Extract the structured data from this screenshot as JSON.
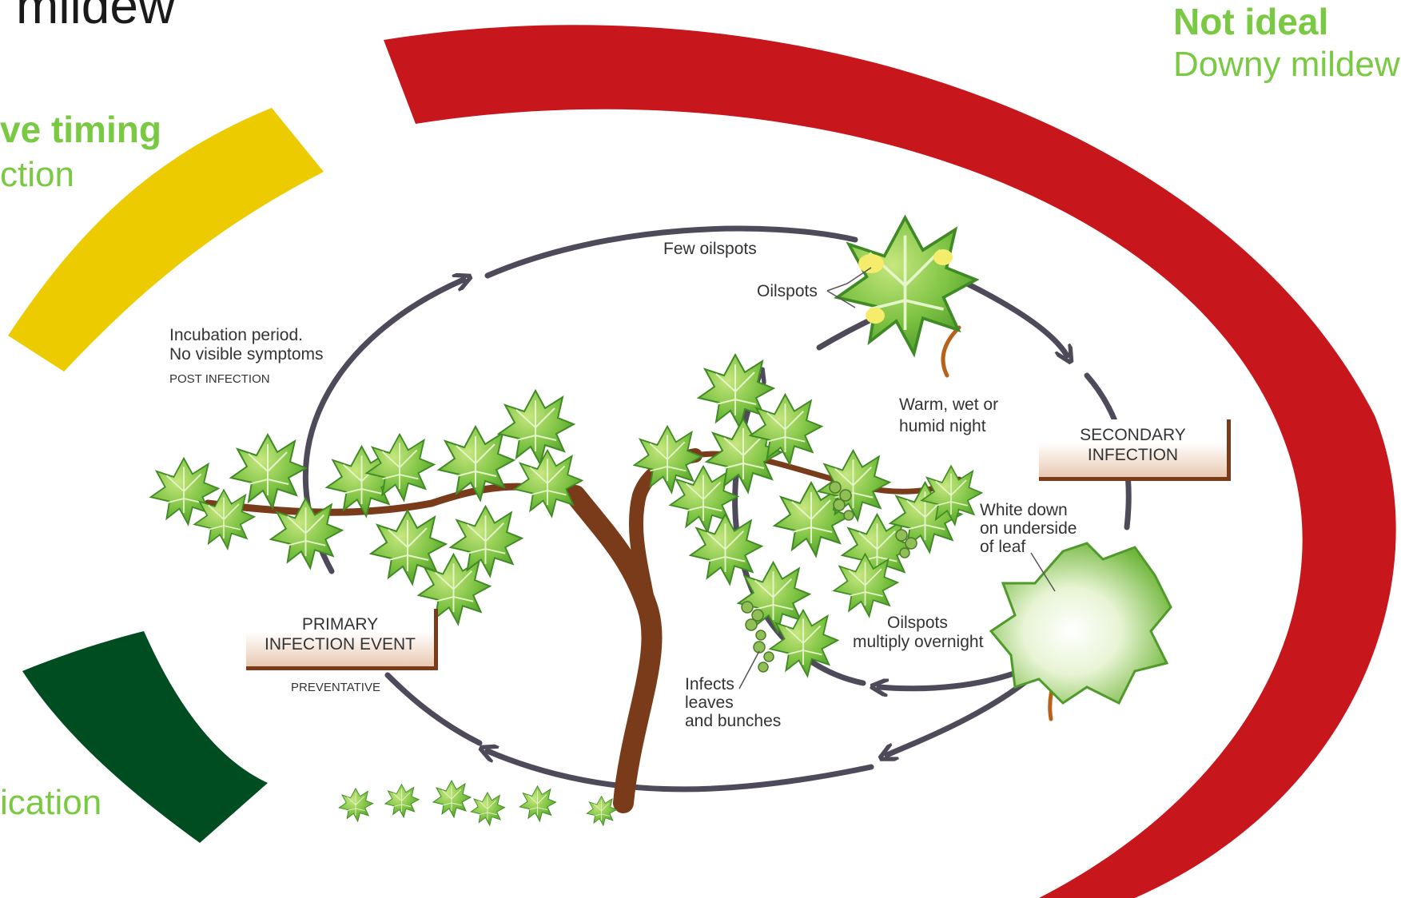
{
  "header": {
    "title_fragment": "mildew"
  },
  "timing": {
    "not_ideal_title": "Not ideal",
    "not_ideal_sub": "Downy mildew",
    "yellow_title": "ve timing",
    "yellow_sub": "ction",
    "green_sub": "ication"
  },
  "diagram": {
    "few_oilspots": "Few oilspots",
    "oilspots": "Oilspots",
    "incubation_line1": "Incubation period.",
    "incubation_line2": "No visible symptoms",
    "post_infection": "POST INFECTION",
    "warm_line1": "Warm, wet or",
    "warm_line2": "humid night",
    "secondary_line1": "SECONDARY",
    "secondary_line2": "INFECTION",
    "white_down_line1": "White down",
    "white_down_line2": "on underside",
    "white_down_line3": "of leaf",
    "multiply_line1": "Oilspots",
    "multiply_line2": "multiply overnight",
    "primary_line1": "PRIMARY",
    "primary_line2": "INFECTION EVENT",
    "preventative": "PREVENTATIVE",
    "infects_line1": "Infects",
    "infects_line2": "leaves",
    "infects_line3": "and bunches"
  },
  "colors": {
    "red": "#c8161d",
    "yellow": "#eccb00",
    "dark_green": "#004d22",
    "text_green": "#7ac943",
    "arrow": "#4e4a59",
    "leaf": "#7cc242",
    "leaf_dark": "#4f9a2a",
    "trunk": "#7a3b1a"
  }
}
